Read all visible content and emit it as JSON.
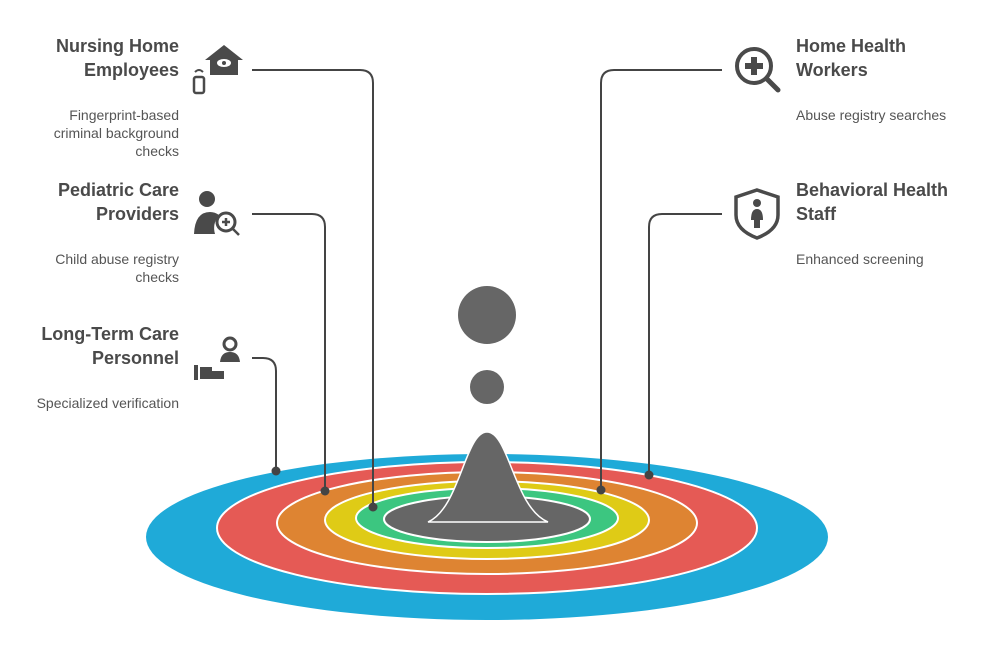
{
  "colors": {
    "blue": "#1faad8",
    "red": "#e55a55",
    "orange": "#de8432",
    "yellow": "#dfcb16",
    "green": "#3cc680",
    "gray": "#666666",
    "line": "#444444"
  },
  "items": [
    {
      "title": "Nursing Home Employees",
      "desc": "Fingerprint-based criminal background checks",
      "icon": "house-eye-icon"
    },
    {
      "title": "Pediatric Care Providers",
      "desc": "Child abuse registry checks",
      "icon": "person-search-icon"
    },
    {
      "title": "Long-Term Care Personnel",
      "desc": "Specialized verification",
      "icon": "caregiver-icon"
    },
    {
      "title": "Home Health Workers",
      "desc": "Abuse registry searches",
      "icon": "medical-search-icon"
    },
    {
      "title": "Behavioral Health Staff",
      "desc": "Enhanced screening",
      "icon": "shield-person-icon"
    }
  ]
}
